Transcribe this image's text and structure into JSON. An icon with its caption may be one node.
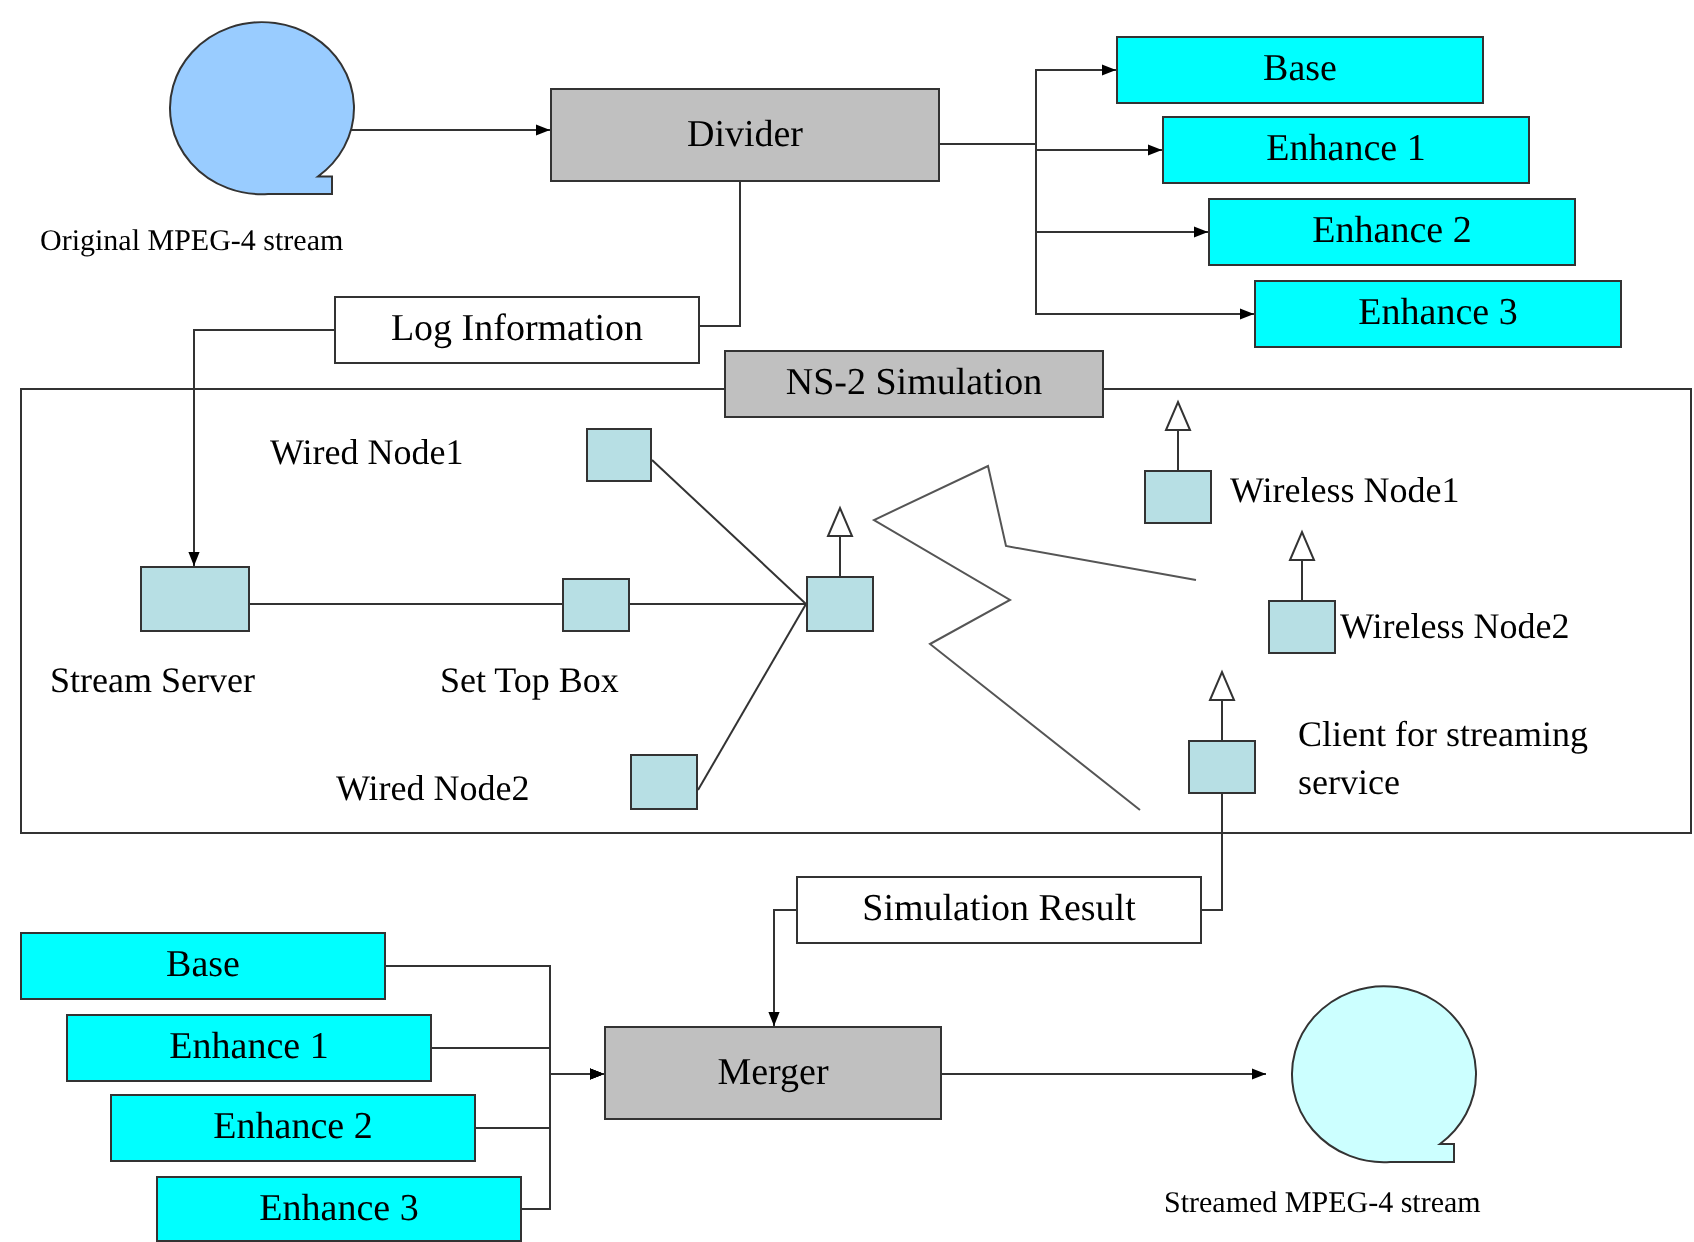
{
  "diagram": {
    "nodes": [
      {
        "text": [],
        "shape": "circle",
        "beside": [
          "Original MPEG-4 stream"
        ]
      },
      {
        "text": [
          "Divider"
        ]
      },
      {
        "text": [
          "Base"
        ]
      },
      {
        "text": [
          "Enhance 1"
        ]
      },
      {
        "text": [
          "Enhance 2"
        ]
      },
      {
        "text": [
          "Enhance 3"
        ]
      },
      {
        "text": [
          "Log Information"
        ]
      },
      {
        "text": [
          "NS-2 Simulation"
        ]
      },
      {
        "text": [],
        "shape": "box",
        "beside": [
          "Wired Node1"
        ],
        "in": 7
      },
      {
        "text": [],
        "shape": "box",
        "beside": [
          "Stream Server"
        ],
        "in": 7
      },
      {
        "text": [],
        "shape": "box",
        "beside": [
          "Set Top Box"
        ],
        "in": 7
      },
      {
        "text": [],
        "shape": "box",
        "in": 7
      },
      {
        "text": [],
        "shape": "box",
        "beside": [
          "Wired Node2"
        ],
        "in": 7
      },
      {
        "text": [],
        "shape": "box",
        "beside": [
          "Wireless Node1"
        ],
        "in": 7
      },
      {
        "text": [],
        "shape": "box",
        "beside": [
          "Wireless Node2"
        ],
        "in": 7
      },
      {
        "text": [],
        "shape": "box",
        "beside": [
          "Client for streaming service"
        ],
        "in": 7
      },
      {
        "text": [
          "Simulation Result"
        ]
      },
      {
        "text": [
          "Base"
        ]
      },
      {
        "text": [
          "Enhance 1"
        ]
      },
      {
        "text": [
          "Enhance 2"
        ]
      },
      {
        "text": [
          "Enhance 3"
        ]
      },
      {
        "text": [
          "Merger"
        ]
      },
      {
        "text": [],
        "shape": "circle",
        "beside": [
          "Streamed MPEG-4 stream"
        ]
      }
    ],
    "edges": [
      {
        "from": 0,
        "to": 1,
        "arrow": "to"
      },
      {
        "from": 1,
        "to": 2,
        "arrow": "to"
      },
      {
        "from": 1,
        "to": 3,
        "arrow": "to"
      },
      {
        "from": 1,
        "to": 4,
        "arrow": "to"
      },
      {
        "from": 1,
        "to": 5,
        "arrow": "to"
      },
      {
        "from": 1,
        "to": 6,
        "arrow": "none"
      },
      {
        "from": 6,
        "to": 9,
        "arrow": "to"
      },
      {
        "from": 8,
        "to": 11,
        "arrow": "none"
      },
      {
        "from": 9,
        "to": 10,
        "arrow": "none"
      },
      {
        "from": 10,
        "to": 11,
        "arrow": "none"
      },
      {
        "from": 12,
        "to": 11,
        "arrow": "none"
      },
      {
        "from": 15,
        "to": 16,
        "arrow": "none"
      },
      {
        "from": 16,
        "to": 21,
        "arrow": "to"
      },
      {
        "from": 17,
        "to": 21,
        "arrow": "to"
      },
      {
        "from": 18,
        "to": 21,
        "arrow": "to"
      },
      {
        "from": 19,
        "to": 21,
        "arrow": "to"
      },
      {
        "from": 20,
        "to": 21,
        "arrow": "to"
      },
      {
        "from": 21,
        "to": 22,
        "arrow": "to"
      }
    ]
  }
}
